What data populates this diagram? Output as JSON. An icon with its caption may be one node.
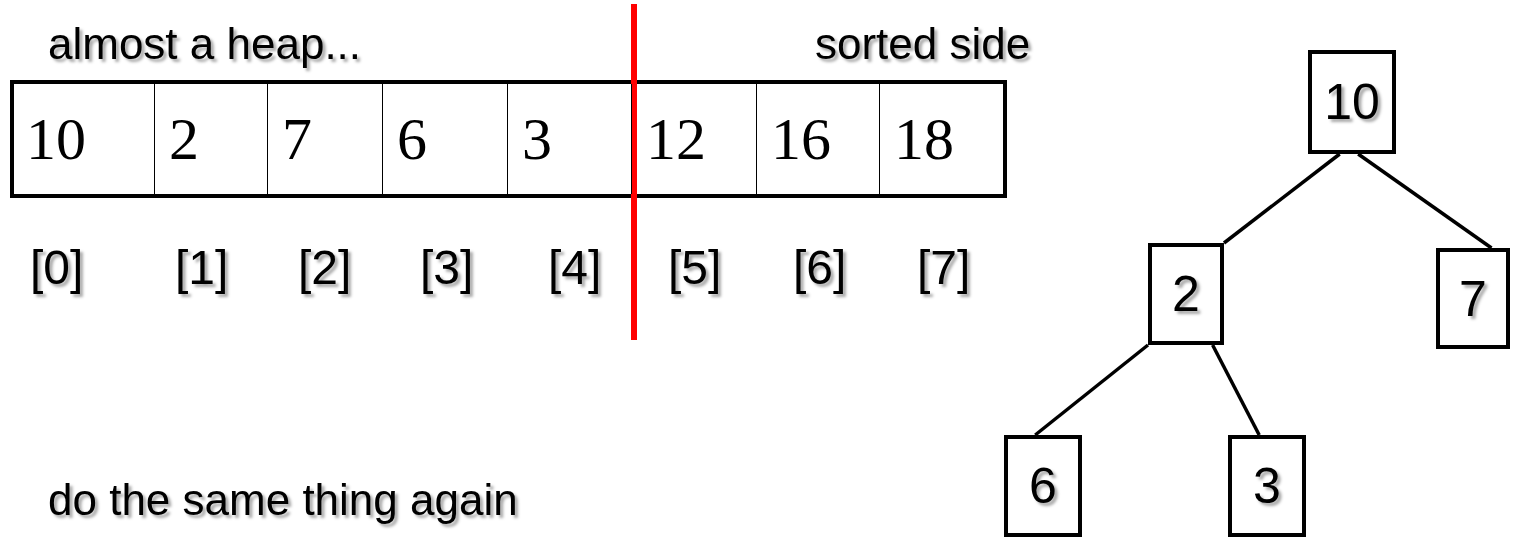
{
  "diagram": {
    "nodes": [
      {
        "text": [
          "10"
        ]
      },
      {
        "text": [
          "2"
        ]
      },
      {
        "text": [
          "7"
        ]
      },
      {
        "text": [
          "6"
        ]
      },
      {
        "text": [
          "3"
        ]
      },
      {
        "text": [
          "12"
        ]
      },
      {
        "text": [
          "16"
        ]
      },
      {
        "text": [
          "18"
        ]
      },
      {
        "text": [
          "10"
        ]
      },
      {
        "text": [
          "2"
        ]
      },
      {
        "text": [
          "7"
        ]
      },
      {
        "text": [
          "6"
        ]
      },
      {
        "text": [
          "3"
        ]
      }
    ],
    "edges": [
      {
        "from": 8,
        "to": 9,
        "arrow": "none"
      },
      {
        "from": 8,
        "to": 10,
        "arrow": "none"
      },
      {
        "from": 9,
        "to": 11,
        "arrow": "none"
      },
      {
        "from": 9,
        "to": 12,
        "arrow": "none"
      }
    ],
    "labels": [
      "almost a heap...",
      "sorted side",
      "[0]",
      "[1]",
      "[2]",
      "[3]",
      "[4]",
      "[5]",
      "[6]",
      "[7]",
      "do the same thing again"
    ]
  }
}
